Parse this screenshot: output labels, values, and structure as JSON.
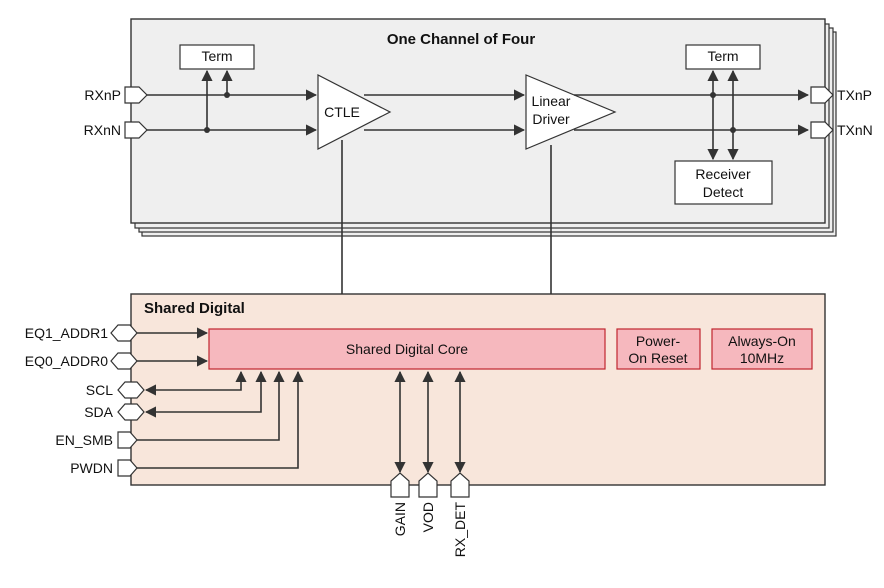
{
  "channel": {
    "title": "One Channel of Four",
    "term_left": "Term",
    "term_right": "Term",
    "ctle": "CTLE",
    "driver_line1": "Linear",
    "driver_line2": "Driver",
    "receiver_line1": "Receiver",
    "receiver_line2": "Detect",
    "inputs": [
      "RXnP",
      "RXnN"
    ],
    "outputs": [
      "TXnP",
      "TXnN"
    ]
  },
  "shared": {
    "title": "Shared Digital",
    "core": "Shared Digital Core",
    "por_line1": "Power-",
    "por_line2": "On Reset",
    "osc_line1": "Always-On",
    "osc_line2": "10MHz",
    "left_pins": [
      "EQ1_ADDR1",
      "EQ0_ADDR0",
      "SCL",
      "SDA",
      "EN_SMB",
      "PWDN"
    ],
    "bottom_pins": [
      "GAIN",
      "VOD",
      "RX_DET"
    ]
  },
  "colors": {
    "channel_fill": "#efefef",
    "shared_fill": "#f8e6db",
    "core_fill": "#f6b8be",
    "core_stroke": "#c0262f"
  }
}
